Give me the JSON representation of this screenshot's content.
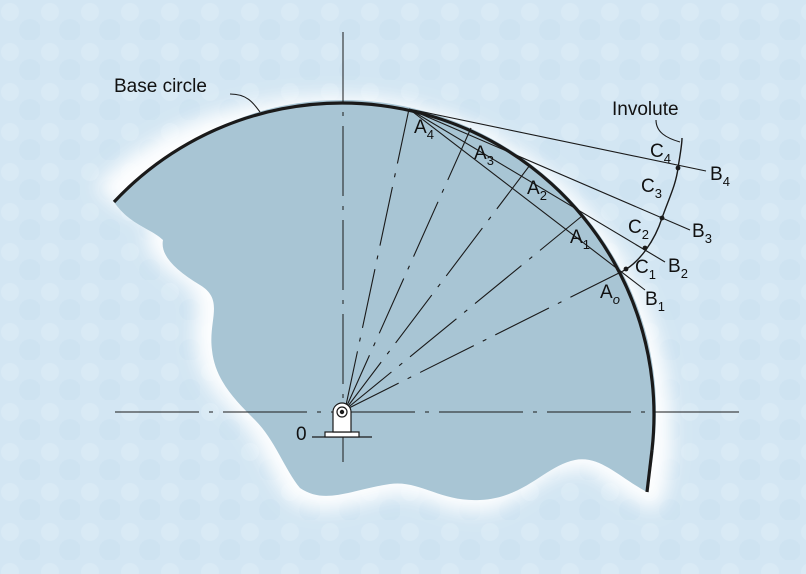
{
  "labels": {
    "base_circle": "Base circle",
    "involute": "Involute",
    "origin": "0"
  },
  "points": {
    "A4": {
      "letter": "A",
      "index": "4"
    },
    "A3": {
      "letter": "A",
      "index": "3"
    },
    "A2": {
      "letter": "A",
      "index": "2"
    },
    "A1": {
      "letter": "A",
      "index": "1"
    },
    "Ao": {
      "letter": "A",
      "index": "o"
    },
    "B4": {
      "letter": "B",
      "index": "4"
    },
    "B3": {
      "letter": "B",
      "index": "3"
    },
    "B2": {
      "letter": "B",
      "index": "2"
    },
    "B1": {
      "letter": "B",
      "index": "1"
    },
    "C4": {
      "letter": "C",
      "index": "4"
    },
    "C3": {
      "letter": "C",
      "index": "3"
    },
    "C2": {
      "letter": "C",
      "index": "2"
    },
    "C1": {
      "letter": "C",
      "index": "1"
    }
  },
  "colors": {
    "background": "#d3e6f3",
    "disc_fill": "#a9c6d5",
    "line": "#1a1a1a"
  }
}
